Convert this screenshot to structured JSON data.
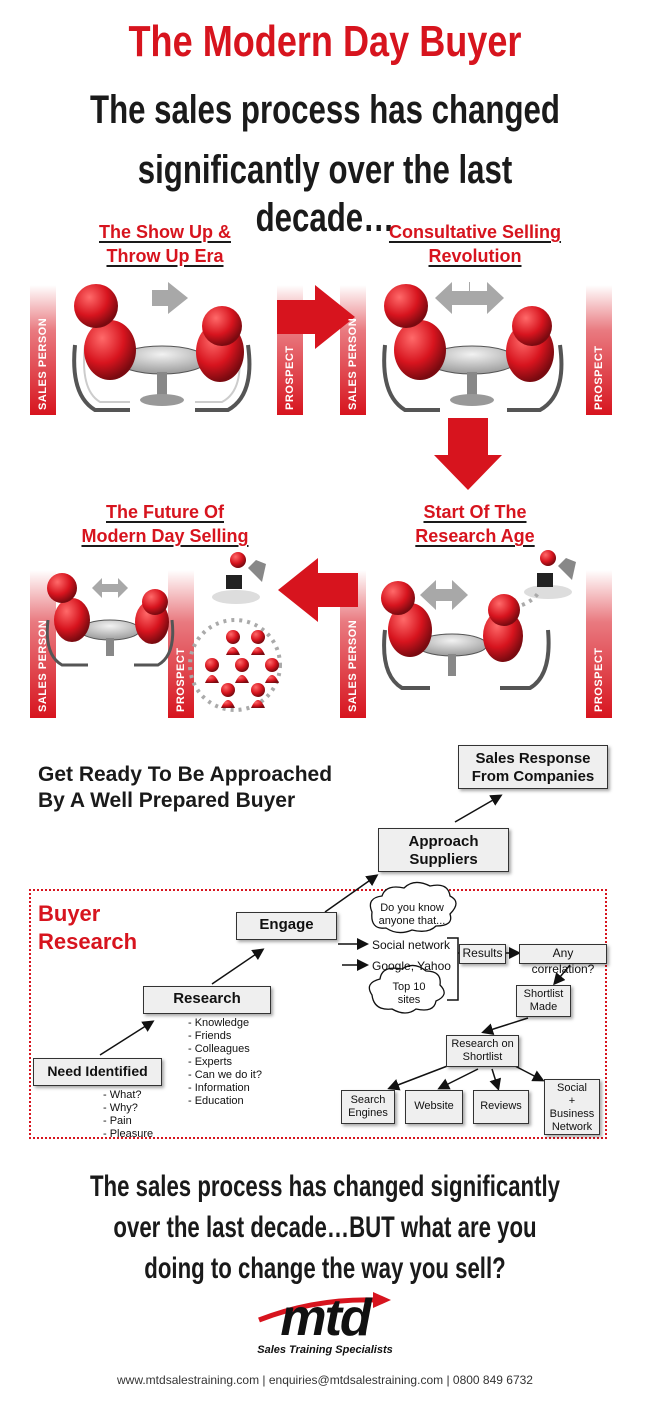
{
  "header": {
    "title": "The Modern Day Buyer",
    "subtitle_line1": "The sales process has changed",
    "subtitle_line2": "significantly over the last decade…"
  },
  "panels": [
    {
      "title_line1": "The Show Up &",
      "title_line2": "Throw Up Era"
    },
    {
      "title_line1": "Consultative Selling",
      "title_line2": "Revolution"
    },
    {
      "title_line1": "The Future Of",
      "title_line2": "Modern Day Selling"
    },
    {
      "title_line1": "Start Of The",
      "title_line2": "Research Age"
    }
  ],
  "labels": {
    "sales_person": "SALES PERSON",
    "prospect": "PROSPECT"
  },
  "flow": {
    "heading_line1": "Get Ready To Be Approached",
    "heading_line2": "By A Well Prepared Buyer",
    "buyer_research_line1": "Buyer",
    "buyer_research_line2": "Research",
    "need_identified": "Need Identified",
    "need_items": [
      "- What?",
      "- Why?",
      "- Pain",
      "- Pleasure"
    ],
    "research": "Research",
    "research_items": [
      "- Knowledge",
      "- Friends",
      "- Colleagues",
      "- Experts",
      "- Can we do it?",
      "- Information",
      "- Education"
    ],
    "engage": "Engage",
    "approach_line1": "Approach",
    "approach_line2": "Suppliers",
    "sales_response_line1": "Sales Response",
    "sales_response_line2": "From Companies",
    "cloud1_line1": "Do you know",
    "cloud1_line2": "anyone that...",
    "social_network": "Social network",
    "google": "Google, Yahoo",
    "cloud2_line1": "Top 10",
    "cloud2_line2": "sites",
    "results": "Results",
    "correlation": "Any correlation?",
    "shortlist_line1": "Shortlist",
    "shortlist_line2": "Made",
    "research_short_line1": "Research on",
    "research_short_line2": "Shortlist",
    "search_line1": "Search",
    "search_line2": "Engines",
    "website": "Website",
    "reviews": "Reviews",
    "social_line1": "Social",
    "social_line2": "+",
    "social_line3": "Business",
    "social_line4": "Network"
  },
  "footer": {
    "line1": "The sales process has changed significantly",
    "line2": "over the last decade…BUT what are you",
    "line3": "doing to change the way you sell?",
    "logo_text": "mtd",
    "logo_tagline": "Sales Training Specialists",
    "contact": "www.mtdsalestraining.com | enquiries@mtdsalestraining.com | 0800 849 6732"
  },
  "colors": {
    "brand_red": "#d7141e",
    "dark_text": "#1a1a1a",
    "grey_arrow": "#a8a8a8"
  }
}
